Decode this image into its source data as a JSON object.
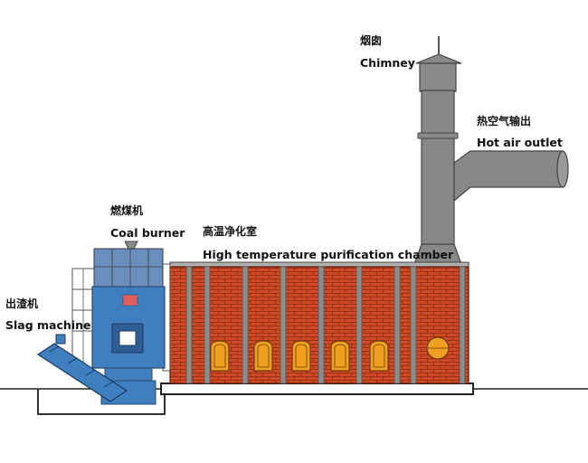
{
  "labels": {
    "chimney": {
      "zh": "烟囱",
      "en": "Chimney"
    },
    "hot_air_outlet": {
      "zh": "热空气输出",
      "en": "Hot air outlet"
    },
    "coal_burner": {
      "zh": "燃煤机",
      "en": "Coal burner"
    },
    "purification_chamber": {
      "zh": "高温净化室",
      "en": "High temperature purification chamber"
    },
    "slag_machine": {
      "zh": "出渣机",
      "en": "Slag machine"
    }
  },
  "colors": {
    "brick": "#cf4a24",
    "brick_line": "#8a2a12",
    "pillar": "#8c8c8c",
    "chimney": "#888888",
    "burner_blue": "#3f7fc0",
    "frame_line": "#3a3a3a",
    "door_yellow": "#f0a020",
    "ground": "#222222"
  },
  "chamber": {
    "door_count": 5,
    "pillar_count": 9
  }
}
